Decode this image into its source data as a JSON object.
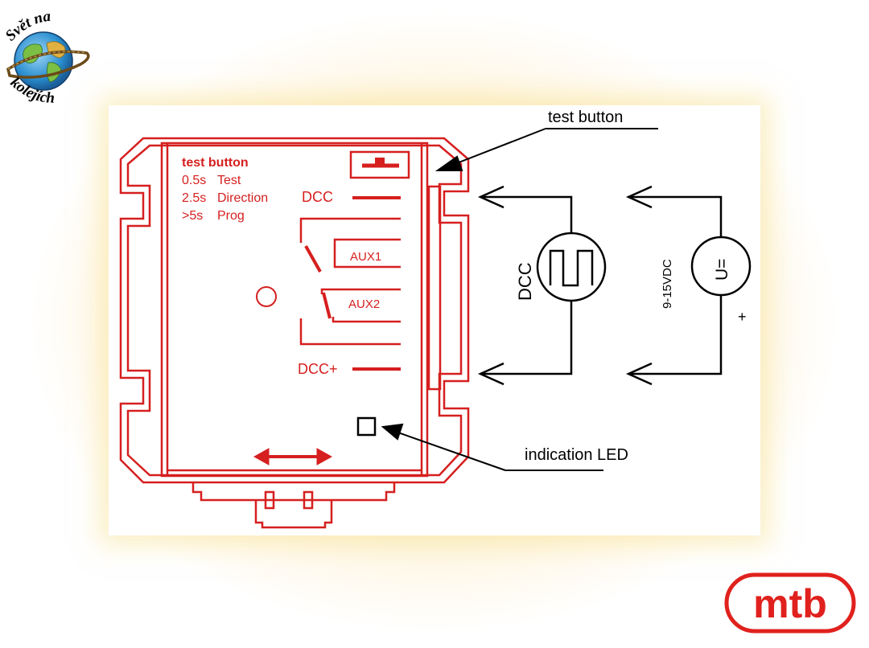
{
  "colors": {
    "device_red": "#d61f1f",
    "wire_black": "#000000",
    "glow_yellow": "#f8e7a6",
    "mtb_red": "#e0211d"
  },
  "logos": {
    "left_line1": "Svět na",
    "left_line2": "kolejích",
    "right_text": "mtb"
  },
  "device": {
    "info_title": "test button",
    "info_lines": [
      {
        "time": "0.5s",
        "action": "Test"
      },
      {
        "time": "2.5s",
        "action": "Direction"
      },
      {
        "time": ">5s",
        "action": "Prog"
      }
    ],
    "terminal_dcc_minus": "DCC",
    "terminal_aux1": "AUX1",
    "terminal_aux2": "AUX2",
    "terminal_dcc_plus": "DCC+"
  },
  "callouts": {
    "test_button": "test button",
    "indication_led": "indication LED"
  },
  "sources": {
    "dcc_label": "DCC",
    "voltage_label": "9-15VDC",
    "voltage_symbol": "U=",
    "plus_sign": "+"
  }
}
